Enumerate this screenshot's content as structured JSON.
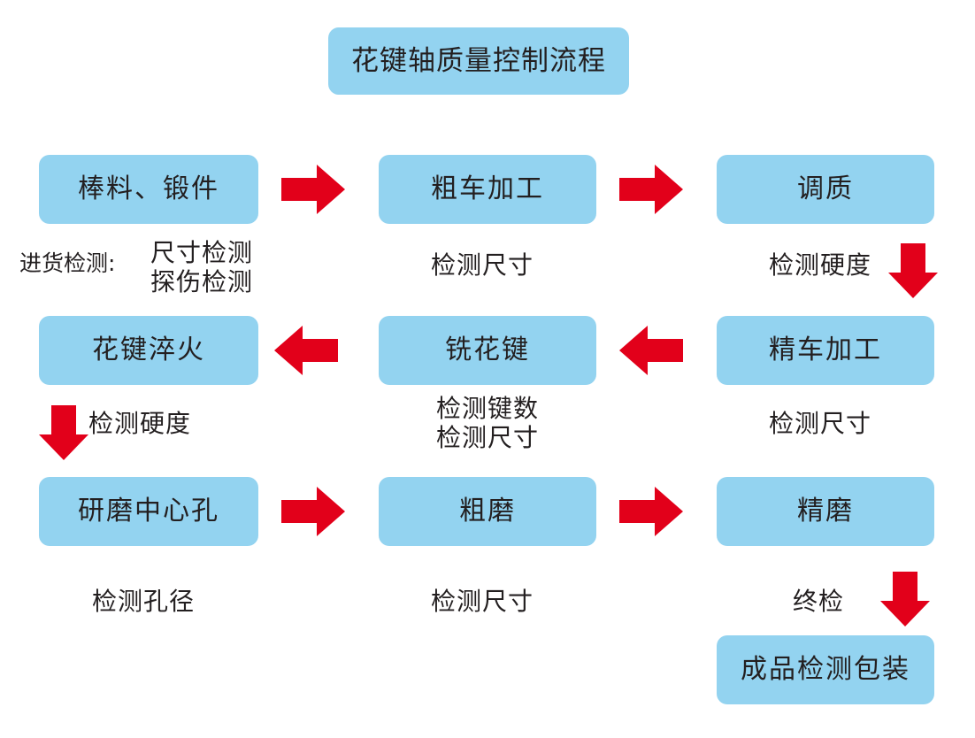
{
  "diagram": {
    "title": "花键轴质量控制流程",
    "accent_box_color": "#93D3F0",
    "accent_arrow_color": "#E2001A",
    "text_color": "#231F20",
    "background": "#FFFFFF"
  },
  "nodes": {
    "n1": "棒料、锻件",
    "n2": "粗车加工",
    "n3": "调质",
    "n4": "精车加工",
    "n5": "铣花键",
    "n6": "花键淬火",
    "n7": "研磨中心孔",
    "n8": "粗磨",
    "n9": "精磨",
    "n10": "成品检测包装"
  },
  "captions": {
    "c1_label": "进货检测:",
    "c1_line1": "尺寸检测",
    "c1_line2": "探伤检测",
    "c2": "检测尺寸",
    "c3": "检测硬度",
    "c4": "检测尺寸",
    "c5_line1": "检测键数",
    "c5_line2": "检测尺寸",
    "c6": "检测硬度",
    "c7": "检测孔径",
    "c8": "检测尺寸",
    "c9": "终检"
  },
  "arrows": {
    "a1": "right-arrow",
    "a2": "right-arrow",
    "a3": "down-arrow",
    "a4": "left-arrow",
    "a5": "left-arrow",
    "a6": "down-arrow",
    "a7": "right-arrow",
    "a8": "right-arrow",
    "a9": "down-arrow"
  }
}
